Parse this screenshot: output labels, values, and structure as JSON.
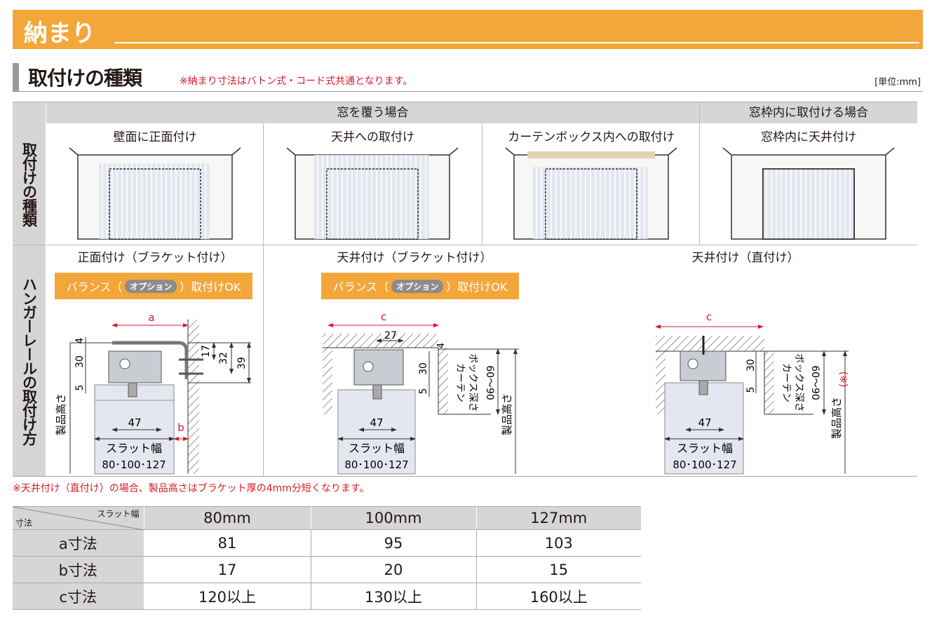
{
  "banner": {
    "title": "納まり"
  },
  "section": {
    "title": "取付けの種類",
    "note": "※納まり寸法はバトン式・コード式共通となります。",
    "unit": "[単位:mm]"
  },
  "table": {
    "row_labels": [
      "取付けの種類",
      "ハンガーレールの取付け方"
    ],
    "group_headers": [
      "窓を覆う場合",
      "窓枠内に取付ける場合"
    ],
    "types": [
      {
        "label": "壁面に正面付け",
        "variant": "wall"
      },
      {
        "label": "天井への取付け",
        "variant": "ceiling"
      },
      {
        "label": "カーテンボックス内への取付け",
        "variant": "box"
      },
      {
        "label": "窓枠内に天井付け",
        "variant": "inside"
      }
    ],
    "methods": [
      {
        "label": "正面付け（ブラケット付け）",
        "badge": {
          "pre": "バランス（",
          "opt": "オプション",
          "post": "）取付けOK"
        }
      },
      {
        "label": "天井付け（ブラケット付け）",
        "badge": {
          "pre": "バランス（",
          "opt": "オプション",
          "post": "）取付けOK"
        }
      },
      {
        "label": "天井付け（直付け）"
      }
    ]
  },
  "diagram": {
    "a": "a",
    "b": "b",
    "c": "c",
    "d4": "4",
    "d30": "30",
    "d5": "5",
    "d17": "17",
    "d32": "32",
    "d39": "39",
    "d27": "27",
    "d47": "47",
    "slat_width": "スラット幅",
    "slat_sizes": "80･100･127",
    "product_height": "製品高さ",
    "box_depth_1": "カーテン",
    "box_depth_2": "ボックス深さ",
    "box_range": "60～90",
    "mark": "(※)"
  },
  "footnote": "※天井付け（直付け）の場合、製品高さはブラケット厚の4mm分短くなります。",
  "dims": {
    "corner_top": "スラット幅",
    "corner_bottom": "寸法",
    "columns": [
      "80mm",
      "100mm",
      "127mm"
    ],
    "rows": [
      {
        "label": "a寸法",
        "values": [
          "81",
          "95",
          "103"
        ]
      },
      {
        "label": "b寸法",
        "values": [
          "17",
          "20",
          "15"
        ]
      },
      {
        "label": "c寸法",
        "values": [
          "120以上",
          "130以上",
          "160以上"
        ]
      }
    ]
  },
  "colors": {
    "accent": "#f3a73a",
    "red": "#d7192b",
    "header_gray": "#d6d6d6",
    "blind": "#dfe4ef"
  }
}
